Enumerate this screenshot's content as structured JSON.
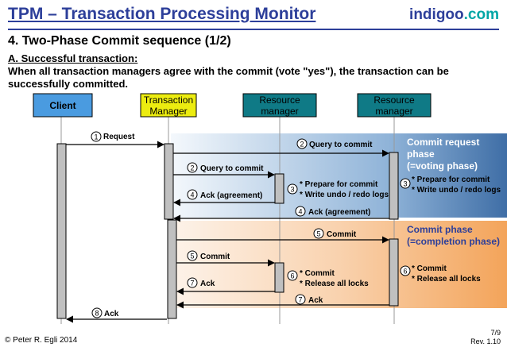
{
  "header": {
    "title": "TPM – Transaction Processing Monitor",
    "brand": "indigoo",
    "brand_suffix": ".com"
  },
  "section": {
    "heading": "4. Two-Phase Commit sequence (1/2)",
    "subheading": "A. Successful transaction:",
    "description": "When all transaction managers agree with the commit (vote \"yes\"), the transaction can be successfully committed."
  },
  "participants": {
    "client": "Client",
    "tm_line1": "Transaction",
    "tm_line2": "Manager",
    "rm1_line1": "Resource",
    "rm1_line2": "manager",
    "rm2_line1": "Resource",
    "rm2_line2": "manager"
  },
  "phases": {
    "commit_request_line1": "Commit request",
    "commit_request_line2": "phase",
    "commit_request_line3": "(=voting phase)",
    "commit_line1": "Commit phase",
    "commit_line2": "(=completion phase)"
  },
  "messages": {
    "m1": {
      "num": "1",
      "label": "Request"
    },
    "m2a": {
      "num": "2",
      "label": "Query to commit"
    },
    "m2b": {
      "num": "2",
      "label": "Query to commit"
    },
    "m3a": {
      "num": "3",
      "line1": "* Prepare for commit",
      "line2": "* Write undo / redo logs"
    },
    "m3b": {
      "num": "3",
      "line1": "* Prepare for commit",
      "line2": "* Write undo / redo logs"
    },
    "m4a": {
      "num": "4",
      "label": "Ack (agreement)"
    },
    "m4b": {
      "num": "4",
      "label": "Ack (agreement)"
    },
    "m5a": {
      "num": "5",
      "label": "Commit"
    },
    "m5b": {
      "num": "5",
      "label": "Commit"
    },
    "m6a": {
      "num": "6",
      "line1": "* Commit",
      "line2": "* Release all locks"
    },
    "m6b": {
      "num": "6",
      "line1": "* Commit",
      "line2": "* Release all locks"
    },
    "m7a": {
      "num": "7",
      "label": "Ack"
    },
    "m7b": {
      "num": "7",
      "label": "Ack"
    },
    "m8": {
      "num": "8",
      "label": "Ack"
    }
  },
  "footer": {
    "copyright": "© Peter R. Egli 2014",
    "page": "7/9",
    "revision": "Rev. 1.10"
  },
  "colors": {
    "title_blue": "#2d3f9a",
    "brand_teal": "#00a6a6",
    "client_box": "#4a9be0",
    "tm_box": "#ecec10",
    "rm_box": "#0f7a86",
    "voting_band_dark": "#4070a8",
    "voting_band_light": "#e8f0f8",
    "commit_band_dark": "#f4a860",
    "commit_band_light": "#fdf1e6",
    "phase_label": "#2d3f9a"
  }
}
